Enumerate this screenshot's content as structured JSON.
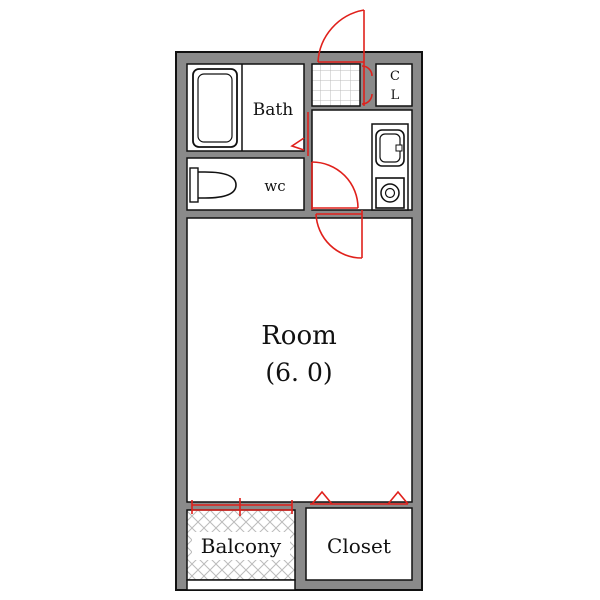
{
  "floor_plan": {
    "rooms": {
      "main_room": {
        "name": "Room",
        "area": "(6. 0)"
      },
      "bath": {
        "name": "Bath"
      },
      "toilet": {
        "name": "wc"
      },
      "balcony": {
        "name": "Balcony"
      },
      "closet": {
        "name": "Closet"
      },
      "linen_closet": {
        "top": "C",
        "bottom": "L"
      }
    },
    "colors": {
      "wall": "#8a8a8a",
      "wall_outline": "#111111",
      "door": "#e0201b",
      "floor": "#ffffff"
    }
  }
}
